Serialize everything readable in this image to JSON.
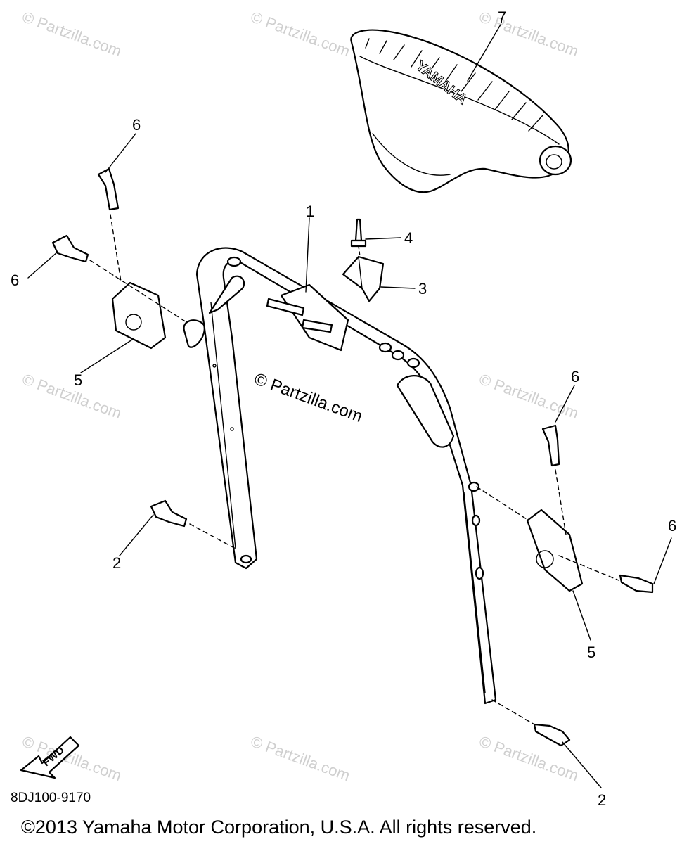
{
  "watermark": "© Partzilla.com",
  "watermark_center": "© Partzilla.com",
  "seat_brand": "YAMAHA",
  "fwd_label": "FWD",
  "diagram_code": "8DJ100-9170",
  "copyright": "©2013 Yamaha Motor Corporation, U.S.A. All rights reserved.",
  "callouts": [
    "1",
    "2",
    "2",
    "3",
    "4",
    "5",
    "5",
    "6",
    "6",
    "6",
    "6",
    "7"
  ]
}
